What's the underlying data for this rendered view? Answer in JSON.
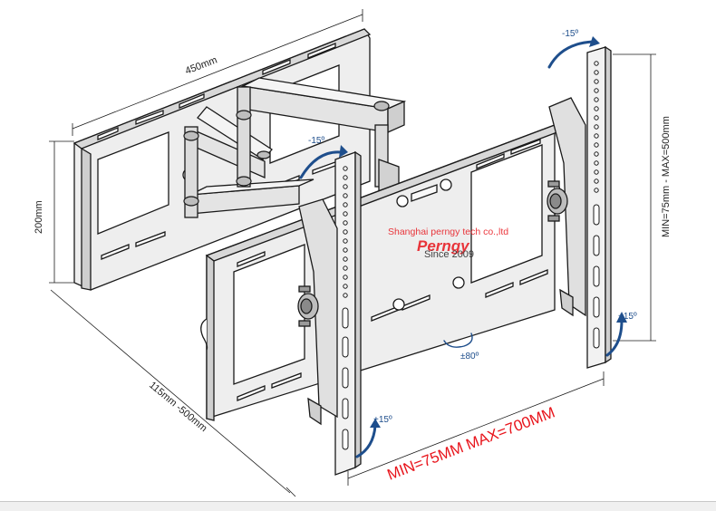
{
  "dimensions": {
    "width_top": "450mm",
    "height_left": "200mm",
    "depth": "115mm -500mm",
    "vertical_range": "MIN=75mm - MAX=500mm"
  },
  "angles": {
    "tilt_top_center": "-15º",
    "tilt_top_right": "-15º",
    "tilt_bottom_left": "+15º",
    "tilt_bottom_right": "+15º",
    "rotation": "±80º"
  },
  "horizontal_range": "MIN=75MM MAX=700MM",
  "watermark": {
    "company": "Shanghai perngy tech co.,ltd",
    "brand": "Perngy",
    "tagline": "Since 2009"
  },
  "colors": {
    "line": "#1a1a1a",
    "metal": "#e6e6e6",
    "arrow": "#1e4e8c",
    "accent_red": "#e8141b"
  }
}
